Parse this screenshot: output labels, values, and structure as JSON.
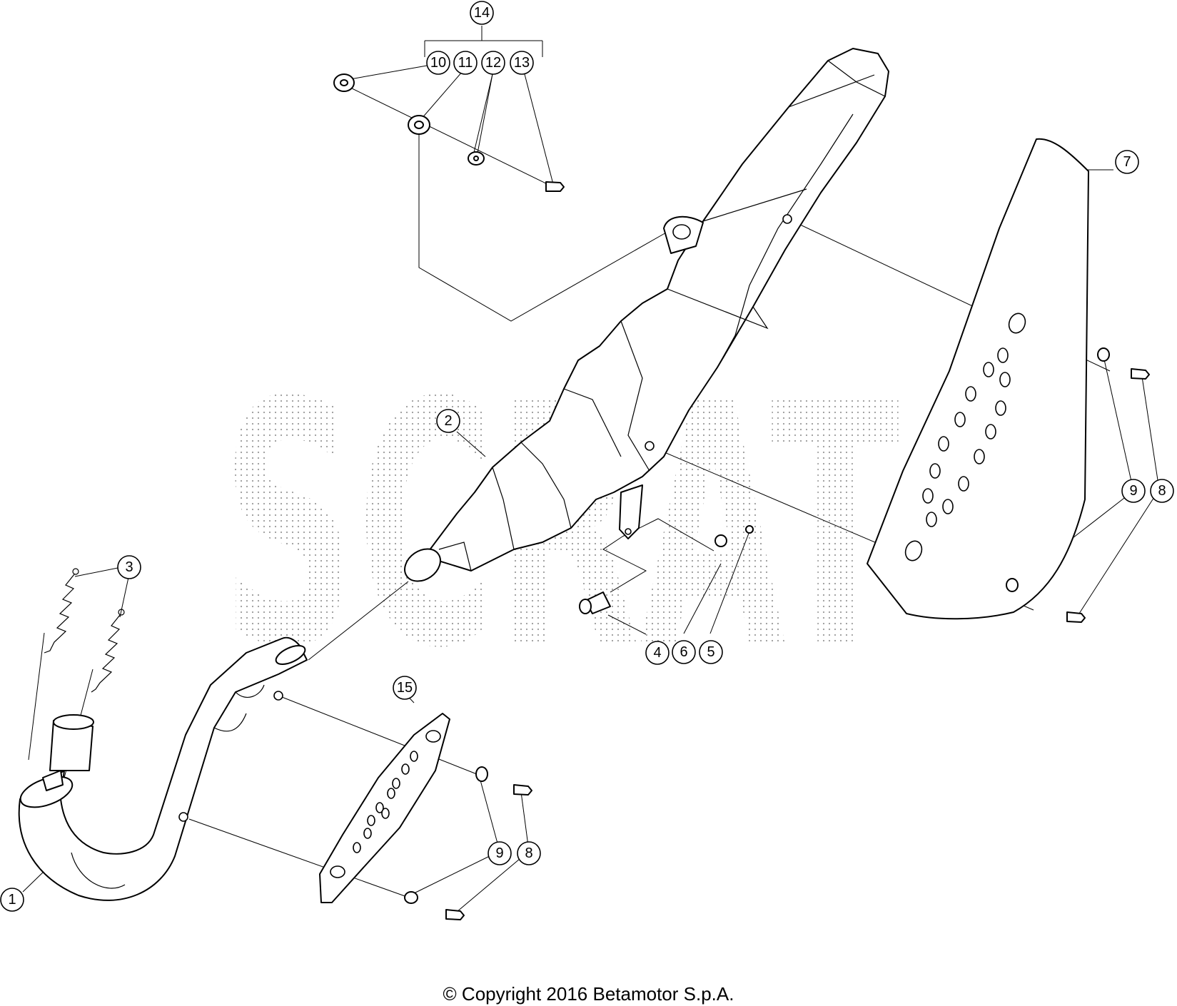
{
  "diagram": {
    "callouts": [
      {
        "id": "1",
        "label": "1"
      },
      {
        "id": "2",
        "label": "2"
      },
      {
        "id": "3",
        "label": "3"
      },
      {
        "id": "4",
        "label": "4"
      },
      {
        "id": "5",
        "label": "5"
      },
      {
        "id": "6",
        "label": "6"
      },
      {
        "id": "7",
        "label": "7"
      },
      {
        "id": "8a",
        "label": "8"
      },
      {
        "id": "8b",
        "label": "8"
      },
      {
        "id": "9a",
        "label": "9"
      },
      {
        "id": "9b",
        "label": "9"
      },
      {
        "id": "10",
        "label": "10"
      },
      {
        "id": "11",
        "label": "11"
      },
      {
        "id": "12",
        "label": "12"
      },
      {
        "id": "13",
        "label": "13"
      },
      {
        "id": "14",
        "label": "14"
      },
      {
        "id": "15",
        "label": "15"
      }
    ],
    "watermark": "SCRAT"
  },
  "footer": {
    "copyright": "© Copyright 2016 Betamotor S.p.A."
  }
}
